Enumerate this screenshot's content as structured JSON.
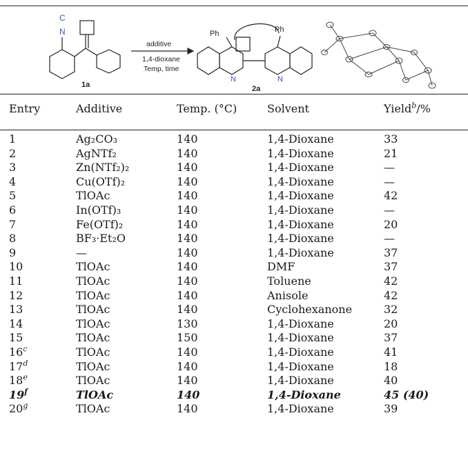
{
  "scheme": {
    "reactant_label": "1a",
    "product_label": "2a",
    "isocyanide_atom": "C",
    "nitrogen_atom": "N",
    "phenyl_1": "Ph",
    "phenyl_2": "Ph",
    "ring_n_1": "N",
    "ring_n_2": "N",
    "arrow_above": "additive",
    "arrow_below_1": "1,4-dioxane",
    "arrow_below_2": "Temp, time"
  },
  "table": {
    "headers": {
      "entry": "Entry",
      "additive": "Additive",
      "temp": "Temp. (°C)",
      "solvent": "Solvent",
      "yield": "Yield",
      "yield_sup": "b",
      "yield_unit": "/%"
    },
    "rows": [
      {
        "entry": "1",
        "sup": "",
        "additive": "Ag₂CO₃",
        "temp": "140",
        "solvent": "1,4-Dioxane",
        "yield": "33"
      },
      {
        "entry": "2",
        "sup": "",
        "additive": "AgNTf₂",
        "temp": "140",
        "solvent": "1,4-Dioxane",
        "yield": "21"
      },
      {
        "entry": "3",
        "sup": "",
        "additive": "Zn(NTf₂)₂",
        "temp": "140",
        "solvent": "1,4-Dioxane",
        "yield": "—"
      },
      {
        "entry": "4",
        "sup": "",
        "additive": "Cu(OTf)₂",
        "temp": "140",
        "solvent": "1,4-Dioxane",
        "yield": "—"
      },
      {
        "entry": "5",
        "sup": "",
        "additive": "TlOAc",
        "temp": "140",
        "solvent": "1,4-Dioxane",
        "yield": "42"
      },
      {
        "entry": "6",
        "sup": "",
        "additive": "In(OTf)₃",
        "temp": "140",
        "solvent": "1,4-Dioxane",
        "yield": "—"
      },
      {
        "entry": "7",
        "sup": "",
        "additive": "Fe(OTf)₂",
        "temp": "140",
        "solvent": "1,4-Dioxane",
        "yield": "20"
      },
      {
        "entry": "8",
        "sup": "",
        "additive": "BF₃·Et₂O",
        "temp": "140",
        "solvent": "1,4-Dioxane",
        "yield": "—"
      },
      {
        "entry": "9",
        "sup": "",
        "additive": "—",
        "temp": "140",
        "solvent": "1,4-Dioxane",
        "yield": "37"
      },
      {
        "entry": "10",
        "sup": "",
        "additive": "TlOAc",
        "temp": "140",
        "solvent": "DMF",
        "yield": "37"
      },
      {
        "entry": "11",
        "sup": "",
        "additive": "TlOAc",
        "temp": "140",
        "solvent": "Toluene",
        "yield": "42"
      },
      {
        "entry": "12",
        "sup": "",
        "additive": "TlOAc",
        "temp": "140",
        "solvent": "Anisole",
        "yield": "42"
      },
      {
        "entry": "13",
        "sup": "",
        "additive": "TlOAc",
        "temp": "140",
        "solvent": "Cyclohexanone",
        "yield": "32"
      },
      {
        "entry": "14",
        "sup": "",
        "additive": "TlOAc",
        "temp": "130",
        "solvent": "1,4-Dioxane",
        "yield": "20"
      },
      {
        "entry": "15",
        "sup": "",
        "additive": "TlOAc",
        "temp": "150",
        "solvent": "1,4-Dioxane",
        "yield": "37"
      },
      {
        "entry": "16",
        "sup": "c",
        "additive": "TlOAc",
        "temp": "140",
        "solvent": "1,4-Dioxane",
        "yield": "41"
      },
      {
        "entry": "17",
        "sup": "d",
        "additive": "TlOAc",
        "temp": "140",
        "solvent": "1,4-Dioxane",
        "yield": "18"
      },
      {
        "entry": "18",
        "sup": "e",
        "additive": "TlOAc",
        "temp": "140",
        "solvent": "1,4-Dioxane",
        "yield": "40"
      },
      {
        "entry": "19",
        "sup": "f",
        "additive": "TlOAc",
        "temp": "140",
        "solvent": "1,4-Dioxane",
        "yield": "45 (40)",
        "bold": true
      },
      {
        "entry": "20",
        "sup": "g",
        "additive": "TlOAc",
        "temp": "140",
        "solvent": "1,4-Dioxane",
        "yield": "39"
      }
    ]
  }
}
